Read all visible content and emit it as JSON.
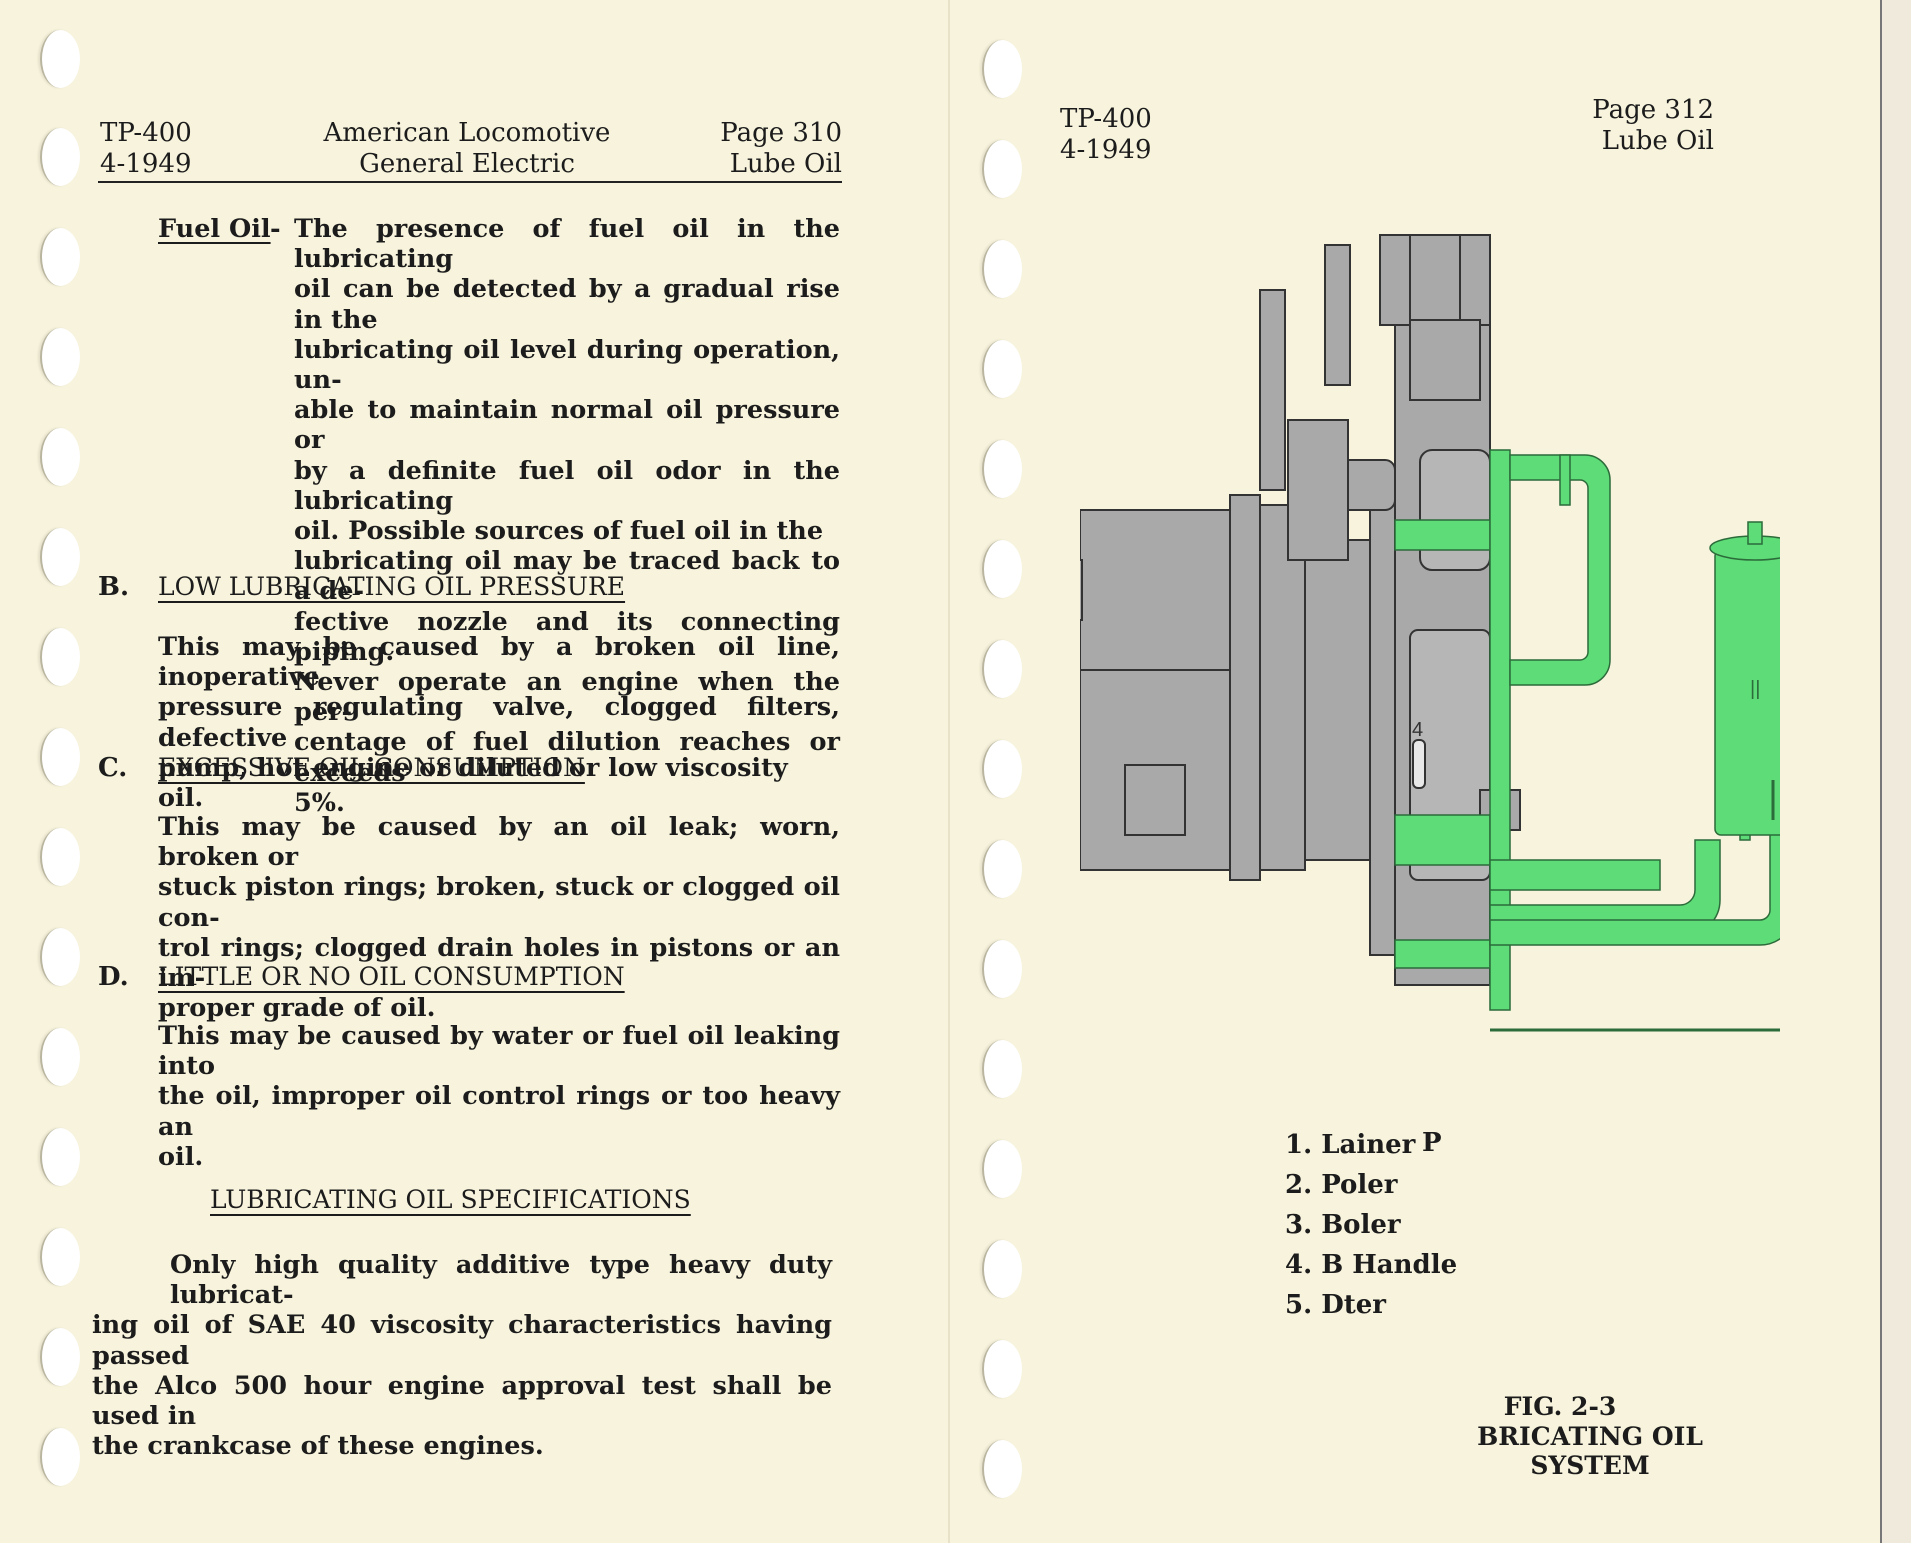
{
  "left_page": {
    "header": {
      "doc_number": "TP-400",
      "date": "4-1949",
      "company_line1": "American Locomotive",
      "company_line2": "General Electric",
      "page": "Page 310",
      "topic": "Lube Oil"
    },
    "fuel_oil": {
      "label": "Fuel Oil",
      "dash": "-",
      "lines": [
        "The presence of fuel oil in the lubricating",
        "oil can be detected by a gradual rise in the",
        "lubricating oil level during operation, un-",
        "able to maintain normal oil pressure or",
        "by a definite fuel oil odor in the lubricating",
        "oil. Possible sources of fuel oil in the",
        "lubricating oil may be traced back to a de-",
        "fective nozzle and its connecting piping.",
        "Never operate an engine when the per-",
        "centage of fuel dilution reaches or exceeds",
        "5%."
      ]
    },
    "sections": [
      {
        "letter": "B.",
        "title": "LOW LUBRICATING OIL PRESSURE",
        "lines": [
          "This may be caused by a broken oil line, inoperative",
          "pressure regulating valve, clogged filters, defective",
          "pump, hot engine or diluted or low viscosity oil."
        ]
      },
      {
        "letter": "C.",
        "title": "EXCESSIVE OIL CONSUMPTION",
        "lines": [
          "This may be caused by an oil leak; worn, broken or",
          "stuck piston rings; broken, stuck or clogged oil con-",
          "trol rings; clogged drain holes in pistons or an im-",
          "proper grade of oil."
        ]
      },
      {
        "letter": "D.",
        "title": "LITTLE OR NO OIL CONSUMPTION",
        "lines": [
          "This may be caused by water or fuel oil leaking into",
          "the oil, improper oil control rings or too heavy an",
          "oil."
        ]
      }
    ],
    "specs": {
      "title": "LUBRICATING OIL SPECIFICATIONS",
      "lines": [
        "Only high quality additive type heavy duty lubricat-",
        "ing oil of SAE 40 viscosity characteristics having passed",
        "the Alco 500 hour engine approval test shall be used in",
        "the crankcase of these engines."
      ]
    }
  },
  "right_page": {
    "header": {
      "doc_number": "TP-400",
      "date": "4-1949",
      "page": "Page 312",
      "topic": "Lube Oil"
    },
    "diagram": {
      "label_4": "4",
      "label_11": "||"
    },
    "legend": [
      "1. Lainer",
      "2. Poler",
      "3. Boler",
      "4. B Handle",
      "5. Dter"
    ],
    "legend_stray": "P",
    "figure": {
      "number": "FIG. 2-3",
      "caption": "BRICATING OIL SYSTEM"
    }
  },
  "colors": {
    "paper": "#f7f3dc",
    "oil_green": "#5edc78",
    "engine_gray": "#a9a9a9"
  }
}
